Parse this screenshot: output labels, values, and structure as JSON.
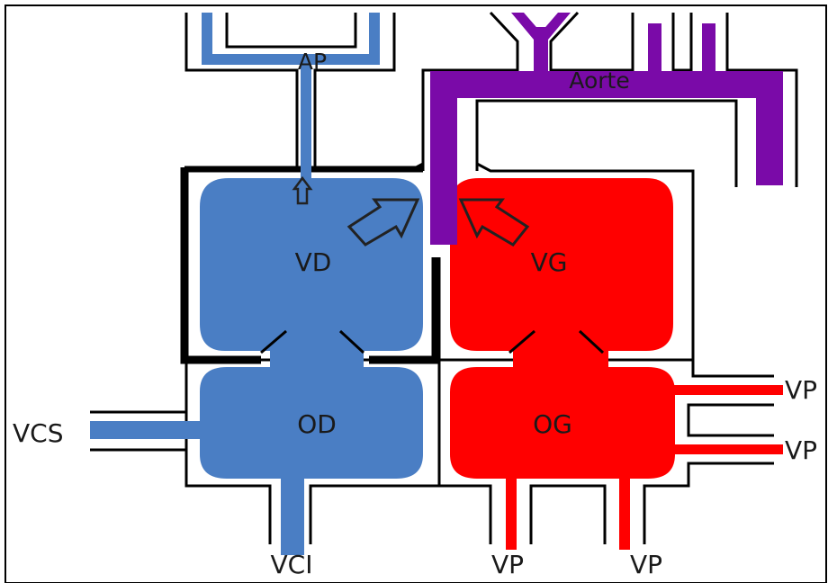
{
  "labels": {
    "pulmonary_artery": "AP",
    "aorta": "Aorte",
    "right_ventricle": "VD",
    "left_ventricle": "VG",
    "right_atrium": "OD",
    "left_atrium": "OG",
    "superior_vena_cava": "VCS",
    "inferior_vena_cava": "VCI",
    "pulmonary_vein_right_upper": "VP",
    "pulmonary_vein_right_lower": "VP",
    "pulmonary_vein_bottom_left": "VP",
    "pulmonary_vein_bottom_right": "VP"
  },
  "colors": {
    "deoxygenated": "#4a7ec4",
    "oxygenated": "#ff0000",
    "aorta": "#7a0aa8",
    "outline": "#000000"
  }
}
